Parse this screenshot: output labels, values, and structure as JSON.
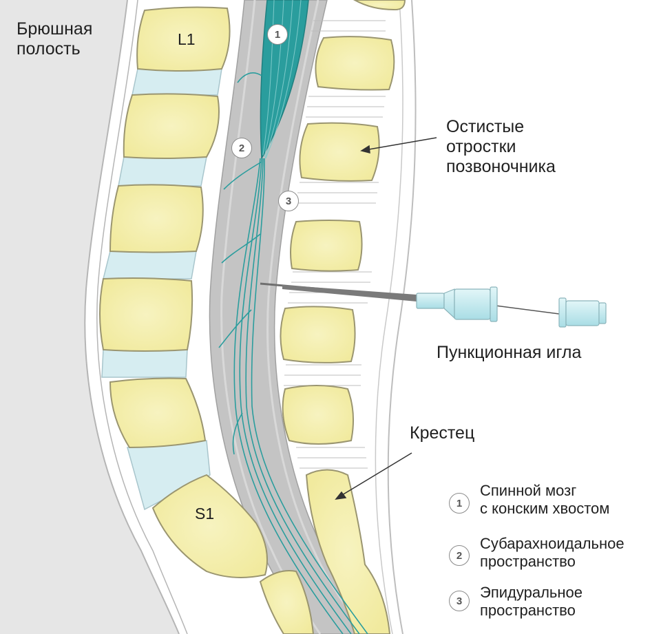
{
  "colors": {
    "abdomen": "#e6e6e6",
    "bone": "#f5f0b0",
    "bone_outline": "#9a9570",
    "disc": "#d6edf1",
    "canal": "#c4c4c4",
    "nerve": "#2a9d9d",
    "needle_hub": "#bfe8ee",
    "text": "#1f1f1f"
  },
  "labels": {
    "abdominal_cavity": "Брюшная\nполость",
    "spinous_processes": "Остистые\nотростки\nпозвоночника",
    "puncture_needle": "Пункционная игла",
    "sacrum": "Крестец"
  },
  "vertebra_labels": {
    "l1": "L1",
    "s1": "S1"
  },
  "legend": [
    {
      "num": "1",
      "text": "Спинной мозг\nс конским хвостом"
    },
    {
      "num": "2",
      "text": "Субарахноидальное\nпространство"
    },
    {
      "num": "3",
      "text": "Эпидуральное\nпространство"
    }
  ]
}
